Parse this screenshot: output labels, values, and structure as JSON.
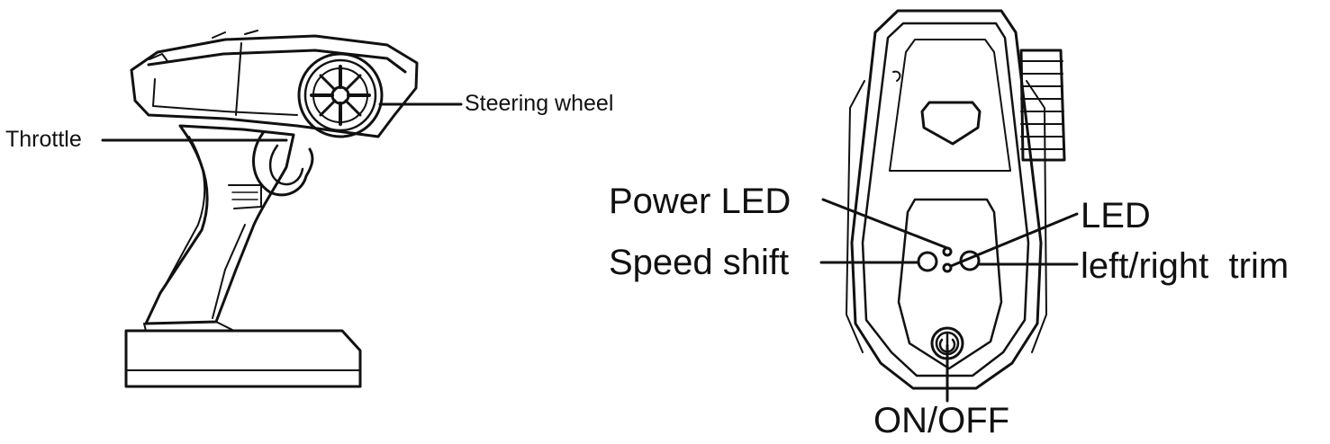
{
  "side_view": {
    "labels": {
      "steering_wheel": "Steering wheel",
      "throttle": "Throttle"
    }
  },
  "top_view": {
    "labels": {
      "power_led": "Power LED",
      "speed_shift": "Speed shift",
      "led": "LED",
      "trim": "left/right  trim",
      "on_off": "ON/OFF"
    }
  },
  "colors": {
    "line": "#111111",
    "background": "#ffffff"
  },
  "icons": [
    "power-button-icon"
  ]
}
